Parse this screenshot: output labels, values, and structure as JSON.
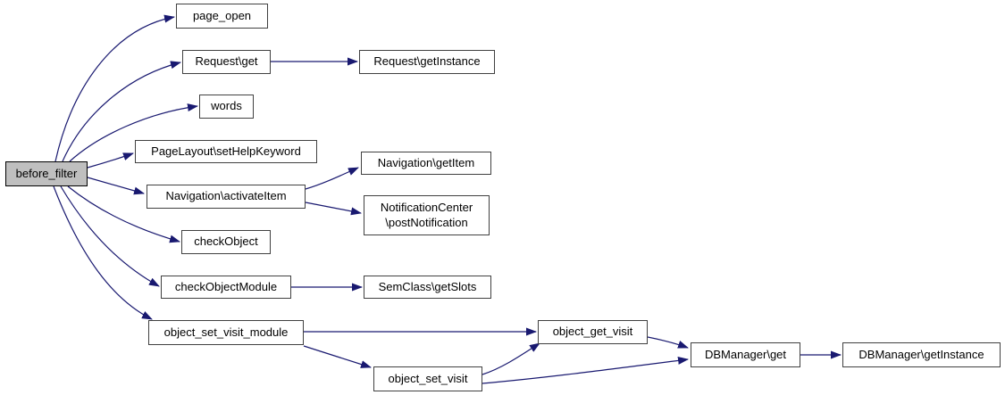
{
  "diagram": {
    "type": "call-graph",
    "root": "before_filter",
    "colors": {
      "edge": "#191970",
      "node_border": "#404040",
      "node_fill": "#ffffff",
      "root_fill": "#bfbfbf",
      "background": "#ffffff",
      "text": "#000000"
    },
    "nodes": [
      {
        "id": "before_filter",
        "label": "before_filter"
      },
      {
        "id": "page_open",
        "label": "page_open"
      },
      {
        "id": "request_get",
        "label": "Request\\get"
      },
      {
        "id": "request_getinstance",
        "label": "Request\\getInstance"
      },
      {
        "id": "words",
        "label": "words"
      },
      {
        "id": "pagelayout_sethelpkeyword",
        "label": "PageLayout\\setHelpKeyword"
      },
      {
        "id": "navigation_activateitem",
        "label": "Navigation\\activateItem"
      },
      {
        "id": "navigation_getitem",
        "label": "Navigation\\getItem"
      },
      {
        "id": "notificationcenter_postnotification",
        "label": "NotificationCenter\n\\postNotification"
      },
      {
        "id": "checkobject",
        "label": "checkObject"
      },
      {
        "id": "checkobjectmodule",
        "label": "checkObjectModule"
      },
      {
        "id": "semclass_getslots",
        "label": "SemClass\\getSlots"
      },
      {
        "id": "object_set_visit_module",
        "label": "object_set_visit_module"
      },
      {
        "id": "object_get_visit",
        "label": "object_get_visit"
      },
      {
        "id": "object_set_visit",
        "label": "object_set_visit"
      },
      {
        "id": "dbmanager_get",
        "label": "DBManager\\get"
      },
      {
        "id": "dbmanager_getinstance",
        "label": "DBManager\\getInstance"
      }
    ],
    "edges": [
      {
        "from": "before_filter",
        "to": "page_open"
      },
      {
        "from": "before_filter",
        "to": "request_get"
      },
      {
        "from": "before_filter",
        "to": "words"
      },
      {
        "from": "before_filter",
        "to": "pagelayout_sethelpkeyword"
      },
      {
        "from": "before_filter",
        "to": "navigation_activateitem"
      },
      {
        "from": "before_filter",
        "to": "checkobject"
      },
      {
        "from": "before_filter",
        "to": "checkobjectmodule"
      },
      {
        "from": "before_filter",
        "to": "object_set_visit_module"
      },
      {
        "from": "request_get",
        "to": "request_getinstance"
      },
      {
        "from": "navigation_activateitem",
        "to": "navigation_getitem"
      },
      {
        "from": "navigation_activateitem",
        "to": "notificationcenter_postnotification"
      },
      {
        "from": "checkobjectmodule",
        "to": "semclass_getslots"
      },
      {
        "from": "object_set_visit_module",
        "to": "object_get_visit"
      },
      {
        "from": "object_set_visit_module",
        "to": "object_set_visit"
      },
      {
        "from": "object_get_visit",
        "to": "dbmanager_get"
      },
      {
        "from": "object_set_visit",
        "to": "object_get_visit"
      },
      {
        "from": "object_set_visit",
        "to": "dbmanager_get"
      },
      {
        "from": "dbmanager_get",
        "to": "dbmanager_getinstance"
      }
    ]
  }
}
